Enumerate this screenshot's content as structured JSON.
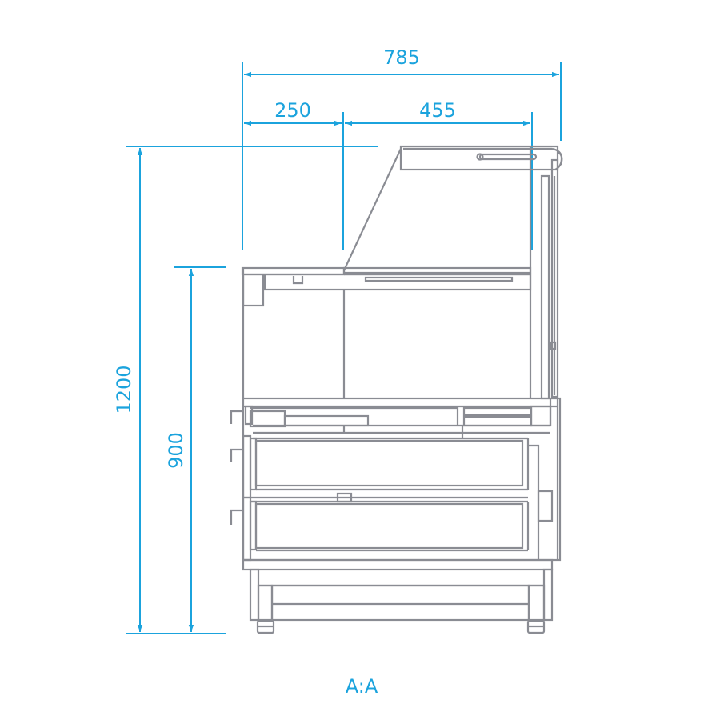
{
  "title": "A:A",
  "dimensions": {
    "total_depth": "785",
    "front_depth": "250",
    "rear_depth": "455",
    "total_height": "1200",
    "counter_height": "900"
  },
  "colors": {
    "dimension": "#1ba3dd",
    "drawing": "#8a8c93"
  }
}
